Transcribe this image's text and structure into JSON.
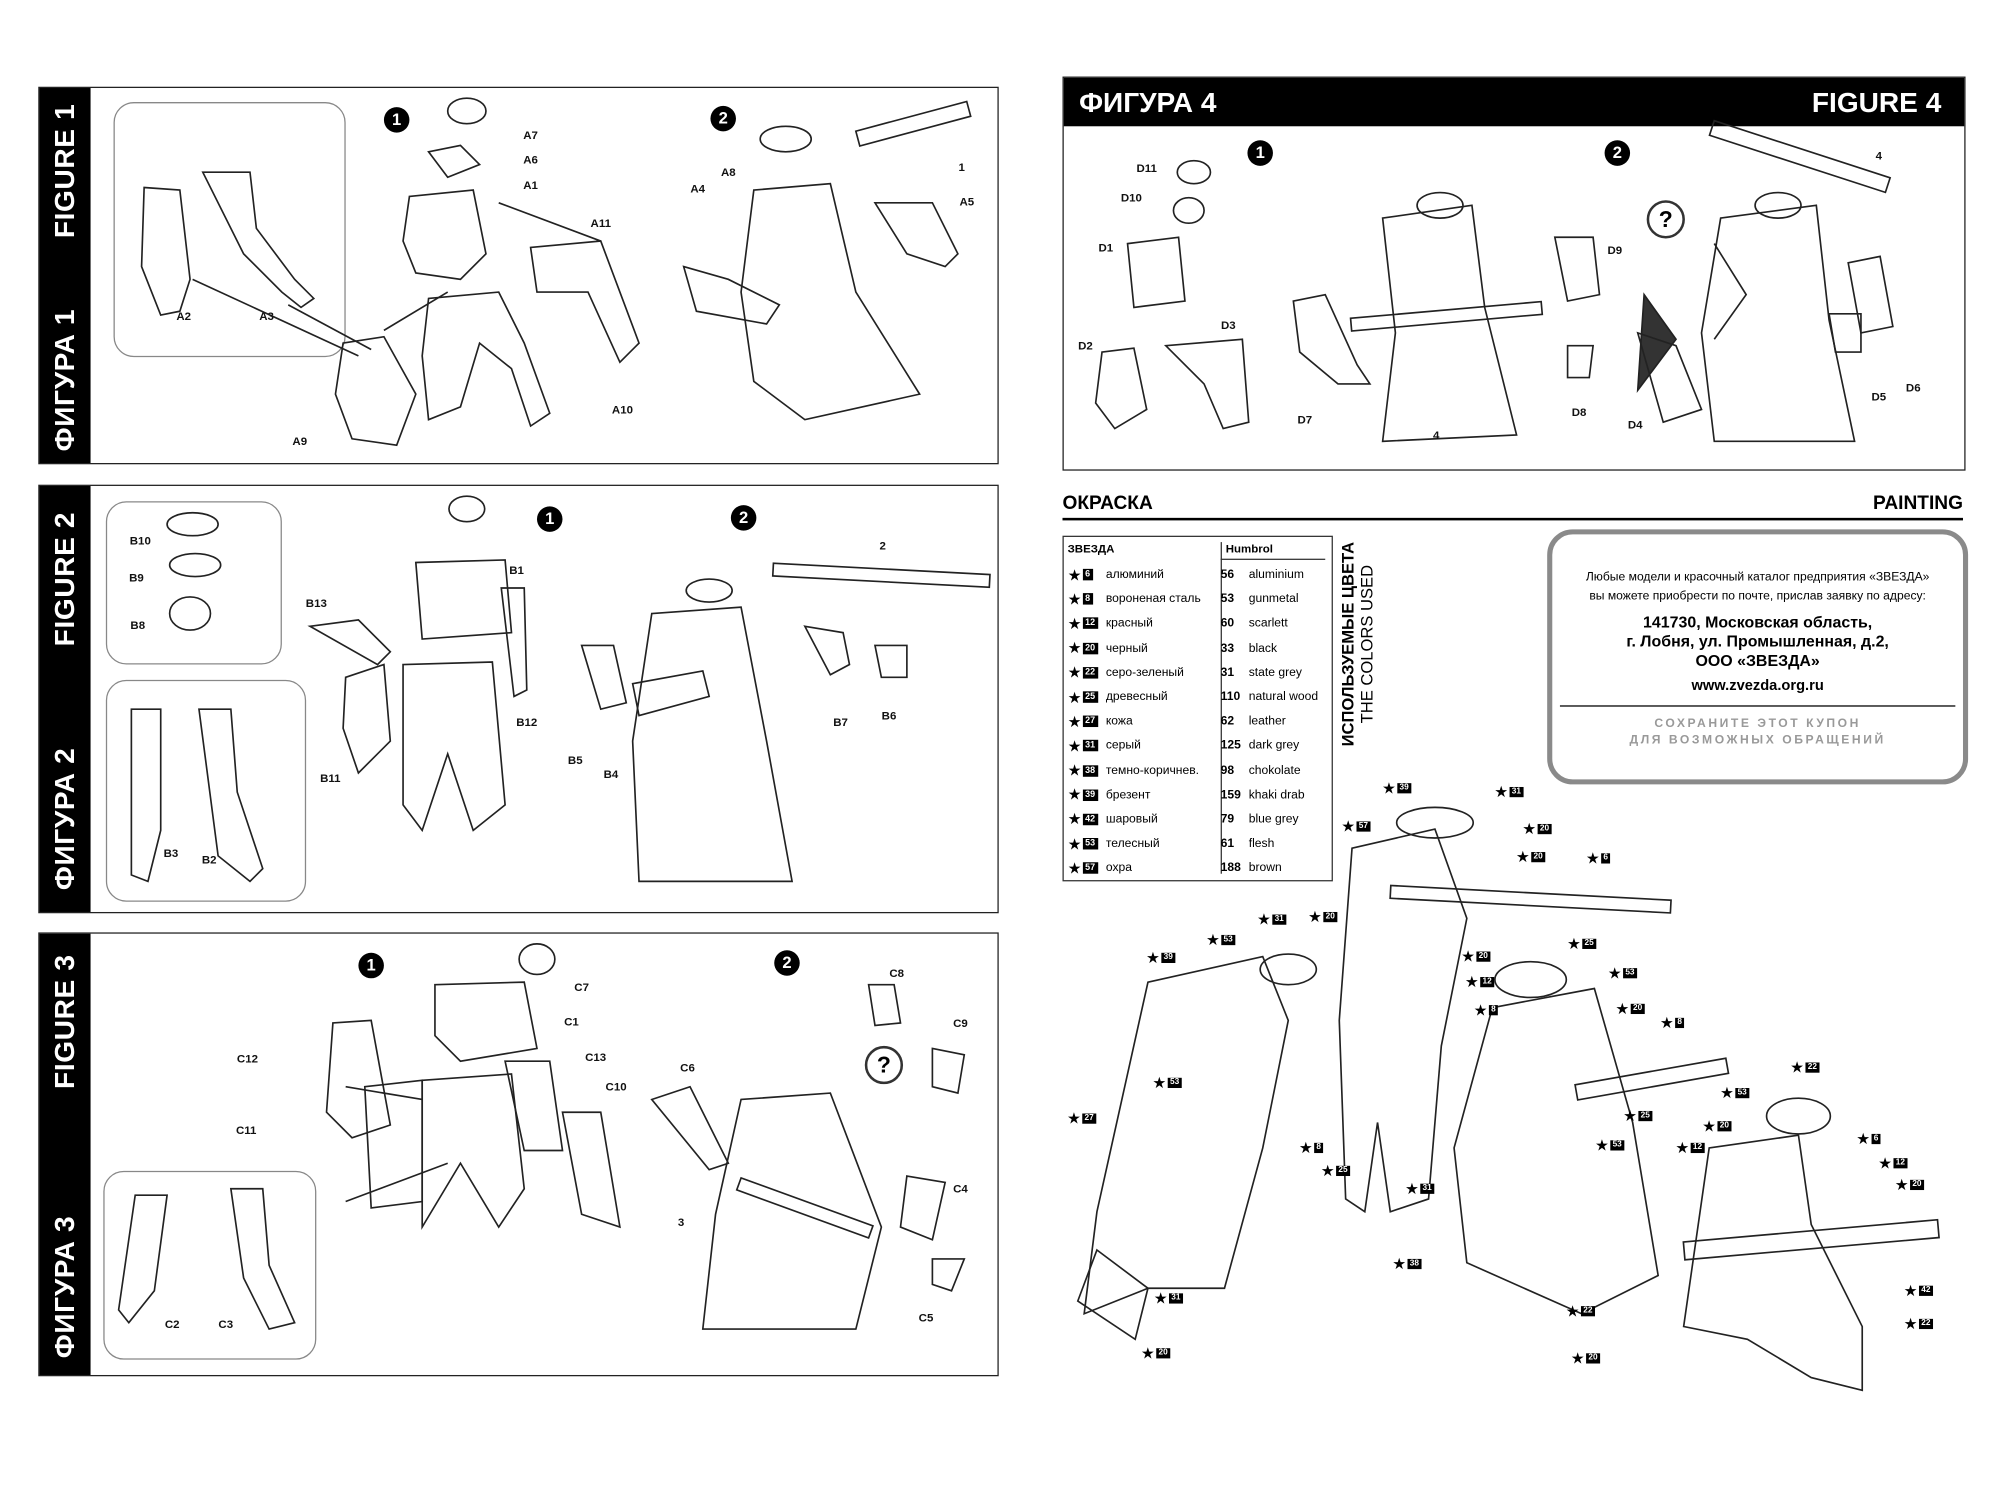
{
  "figure1": {
    "title_en": "FIGURE 1",
    "title_ru": "ФИГУРА 1",
    "steps": [
      "1",
      "2"
    ],
    "parts": [
      "A7",
      "A6",
      "A1",
      "A11",
      "A2",
      "A3",
      "A9",
      "A10",
      "A8",
      "A4",
      "1",
      "A5"
    ]
  },
  "figure2": {
    "title_en": "FIGURE 2",
    "title_ru": "ФИГУРА 2",
    "steps": [
      "1",
      "2"
    ],
    "parts": [
      "B10",
      "B9",
      "B8",
      "B1",
      "B13",
      "B12",
      "B11",
      "B3",
      "B2",
      "2",
      "B7",
      "B6",
      "B5",
      "B4"
    ]
  },
  "figure3": {
    "title_en": "FIGURE 3",
    "title_ru": "ФИГУРА 3",
    "steps": [
      "1",
      "2"
    ],
    "question": "?",
    "parts": [
      "C7",
      "C1",
      "C12",
      "C13",
      "C10",
      "C11",
      "C2",
      "C3",
      "C8",
      "C9",
      "C6",
      "C4",
      "3",
      "C5"
    ]
  },
  "figure4": {
    "title_en": "FIGURE 4",
    "title_ru": "ФИГУРА 4",
    "steps": [
      "1",
      "2"
    ],
    "question": "?",
    "parts": [
      "D11",
      "D10",
      "D1",
      "D3",
      "D2",
      "D7",
      "4",
      "D9",
      "D8",
      "4",
      "D4",
      "D5",
      "D6"
    ]
  },
  "painting": {
    "title_ru": "ОКРАСКА",
    "title_en": "PAINTING",
    "col_zvezda": "ЗВЕЗДА",
    "col_humbrol": "Humbrol",
    "side_ru": "ИСПОЛЬЗУЕМЫЕ ЦВЕТА",
    "side_en": "THE COLORS USED",
    "rows": [
      {
        "z": "6",
        "ru": "алюминий",
        "h": "56",
        "en": "aluminium"
      },
      {
        "z": "8",
        "ru": "вороненая сталь",
        "h": "53",
        "en": "gunmetal"
      },
      {
        "z": "12",
        "ru": "красный",
        "h": "60",
        "en": "scarlett"
      },
      {
        "z": "20",
        "ru": "черный",
        "h": "33",
        "en": "black"
      },
      {
        "z": "22",
        "ru": "серо-зеленый",
        "h": "31",
        "en": "state grey"
      },
      {
        "z": "25",
        "ru": "древесный",
        "h": "110",
        "en": "natural wood"
      },
      {
        "z": "27",
        "ru": "кожа",
        "h": "62",
        "en": "leather"
      },
      {
        "z": "31",
        "ru": "серый",
        "h": "125",
        "en": "dark grey"
      },
      {
        "z": "38",
        "ru": "темно-коричнев.",
        "h": "98",
        "en": "chokolate"
      },
      {
        "z": "39",
        "ru": "брезент",
        "h": "159",
        "en": "khaki drab"
      },
      {
        "z": "42",
        "ru": "шаровый",
        "h": "79",
        "en": "blue grey"
      },
      {
        "z": "53",
        "ru": "телесный",
        "h": "61",
        "en": "flesh"
      },
      {
        "z": "57",
        "ru": "охра",
        "h": "188",
        "en": "brown"
      }
    ],
    "callouts": [
      "39",
      "57",
      "31",
      "20",
      "53",
      "6",
      "25",
      "20",
      "12",
      "8",
      "39",
      "53",
      "31",
      "20",
      "20",
      "27",
      "8",
      "25",
      "31",
      "38",
      "53",
      "20",
      "8",
      "25",
      "53",
      "12",
      "22",
      "53",
      "20",
      "6",
      "12",
      "20",
      "42",
      "22",
      "31",
      "20",
      "22",
      "20"
    ]
  },
  "coupon": {
    "line1": "Любые модели и красочный каталог предприятия «ЗВЕЗДА»",
    "line2": "вы можете приобрести по почте, прислав заявку по адресу:",
    "addr1": "141730, Московская область,",
    "addr2": "г. Лобня, ул. Промышленная, д.2,",
    "addr3": "ООО «ЗВЕЗДА»",
    "url": "www.zvezda.org.ru",
    "save1": "СОХРАНИТЕ ЭТОТ КУПОН",
    "save2": "ДЛЯ ВОЗМОЖНЫХ ОБРАЩЕНИЙ"
  }
}
